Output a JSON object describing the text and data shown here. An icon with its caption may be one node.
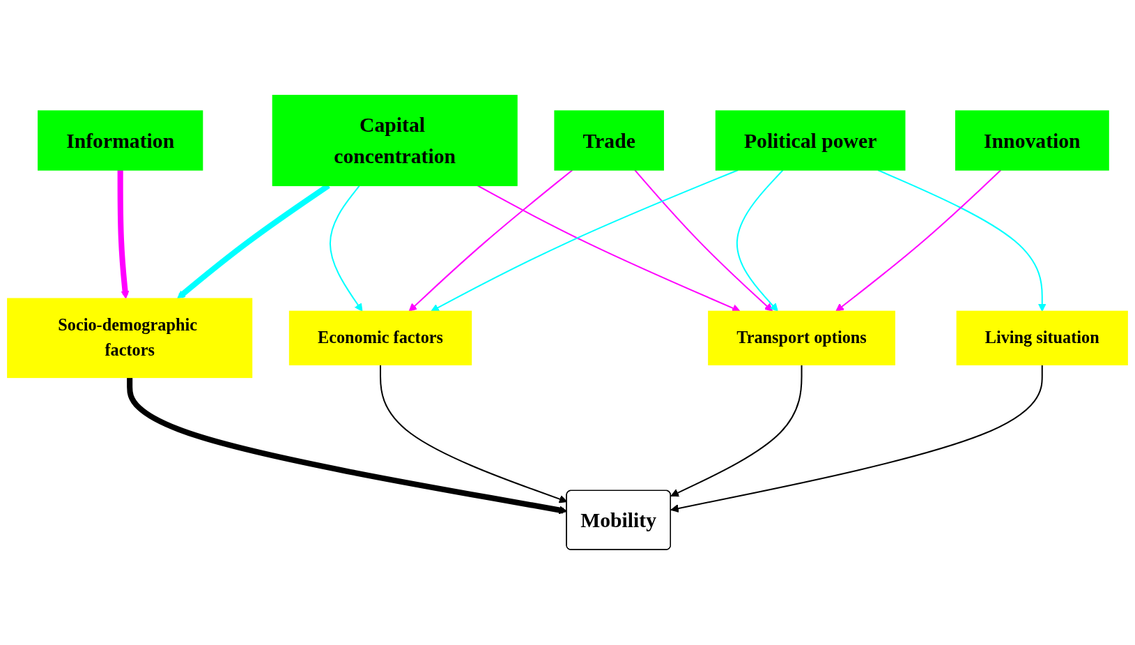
{
  "diagram": {
    "nodes": [
      {
        "text": [
          "Capital concentration"
        ]
      },
      {
        "text": [
          "Political power"
        ]
      },
      {
        "text": [
          "Information"
        ]
      },
      {
        "text": [
          "Trade"
        ]
      },
      {
        "text": [
          "Innovation"
        ]
      },
      {
        "text": [
          "Economic factors"
        ]
      },
      {
        "text": [
          "Living situation"
        ]
      },
      {
        "text": [
          "Socio-demographic factors"
        ]
      },
      {
        "text": [
          "Transport  options"
        ]
      },
      {
        "text": [
          "Mobility"
        ]
      }
    ],
    "edges": [
      {
        "from": 2,
        "to": 7,
        "arrow": "to",
        "style": "thick",
        "color": "#ff00ff"
      },
      {
        "from": 0,
        "to": 7,
        "arrow": "to",
        "style": "thick",
        "color": "#00ffff"
      },
      {
        "from": 0,
        "to": 5,
        "arrow": "to",
        "color": "#00ffff"
      },
      {
        "from": 0,
        "to": 8,
        "arrow": "to",
        "color": "#ff00ff"
      },
      {
        "from": 3,
        "to": 5,
        "arrow": "to",
        "color": "#ff00ff"
      },
      {
        "from": 3,
        "to": 8,
        "arrow": "to",
        "color": "#ff00ff"
      },
      {
        "from": 1,
        "to": 5,
        "arrow": "to",
        "color": "#00ffff"
      },
      {
        "from": 1,
        "to": 8,
        "arrow": "to",
        "color": "#00ffff"
      },
      {
        "from": 1,
        "to": 6,
        "arrow": "to",
        "color": "#00ffff"
      },
      {
        "from": 4,
        "to": 8,
        "arrow": "to",
        "color": "#ff00ff"
      },
      {
        "from": 7,
        "to": 9,
        "arrow": "to",
        "style": "thick",
        "color": "#000000"
      },
      {
        "from": 5,
        "to": 9,
        "arrow": "to",
        "color": "#000000"
      },
      {
        "from": 8,
        "to": 9,
        "arrow": "to",
        "color": "#000000"
      },
      {
        "from": 6,
        "to": 9,
        "arrow": "to",
        "color": "#000000"
      }
    ]
  }
}
